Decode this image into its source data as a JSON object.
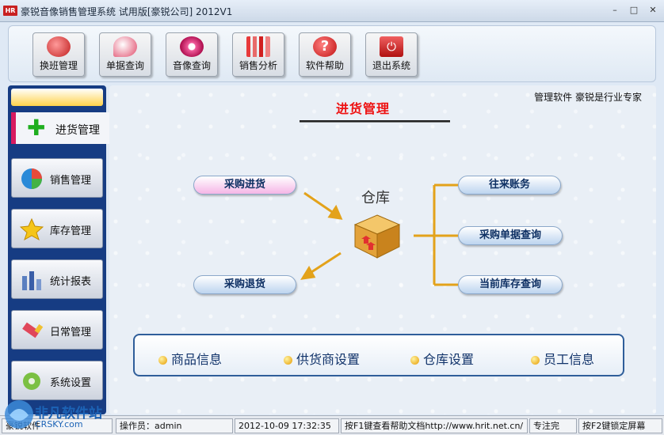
{
  "window": {
    "app_icon_text": "HR",
    "title": "豪锐音像销售管理系统 试用版[豪锐公司] 2012V1",
    "min": "–",
    "max": "□",
    "close": "✕"
  },
  "toolbar": {
    "buttons": [
      {
        "label": "换班管理",
        "icon": "shift-change-icon"
      },
      {
        "label": "单据查询",
        "icon": "magnifier-icon"
      },
      {
        "label": "音像查询",
        "icon": "disc-icon"
      },
      {
        "label": "销售分析",
        "icon": "bar-chart-icon"
      },
      {
        "label": "软件帮助",
        "icon": "help-icon"
      },
      {
        "label": "退出系统",
        "icon": "power-icon"
      }
    ]
  },
  "sidebar": {
    "active": {
      "label": "进货管理",
      "icon": "plus-icon"
    },
    "items": [
      {
        "label": "销售管理",
        "icon": "pie-icon"
      },
      {
        "label": "库存管理",
        "icon": "star-icon"
      },
      {
        "label": "统计报表",
        "icon": "report-icon"
      },
      {
        "label": "日常管理",
        "icon": "brush-icon"
      },
      {
        "label": "系统设置",
        "icon": "gear-icon"
      }
    ]
  },
  "main": {
    "slogan": "管理软件 豪锐是行业专家",
    "page_title": "进货管理",
    "warehouse_label": "仓库",
    "left_actions": {
      "purchase_in": "采购进货",
      "purchase_return": "采购退货"
    },
    "right_actions": [
      "往来账务",
      "采购单据查询",
      "当前库存查询"
    ],
    "bottom_links": [
      "商品信息",
      "供货商设置",
      "仓库设置",
      "员工信息"
    ]
  },
  "status": {
    "company": "豪锐软件",
    "operator": "操作员：admin",
    "datetime": "2012-10-09 17:32:35",
    "help_hint": "按F1键查看帮助文档http://www.hrit.net.cn/",
    "note": "专注完",
    "lock_hint": "按F2键锁定屏幕"
  },
  "watermark": {
    "brand": "非凡软件站",
    "site": "CRSKY.com"
  },
  "colors": {
    "accent_blue": "#163c83",
    "title_red": "#e11111",
    "arrow_orange": "#e3a21a",
    "active_marker": "#d81b60"
  }
}
